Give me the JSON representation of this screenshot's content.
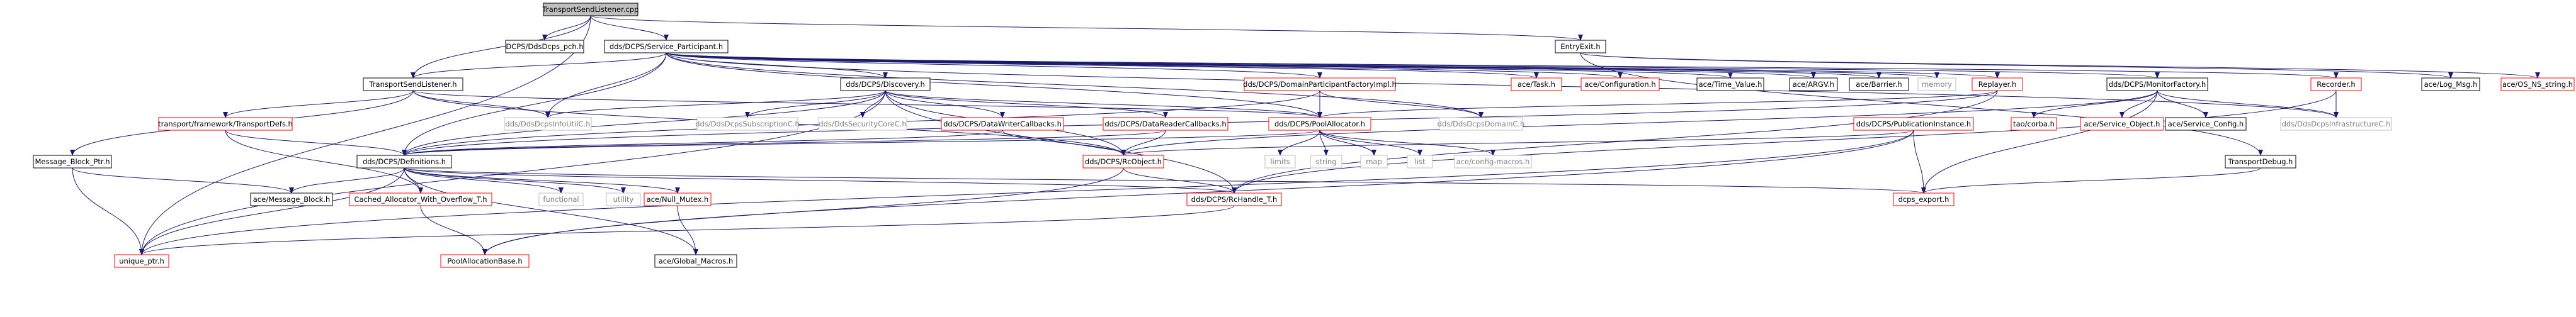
{
  "colors": {
    "edge": "#191970",
    "box_border_black": "#000000",
    "box_border_red": "#ff0000",
    "box_border_gray": "#bfbfbf",
    "root_fill": "#bfbfbf",
    "text_normal": "#000000",
    "text_gray": "#7f7f7f"
  },
  "nodes": [
    {
      "id": "root",
      "label": "TransportSendListener.cpp",
      "style": "root"
    },
    {
      "id": "pch",
      "label": "DCPS/DdsDcps_pch.h",
      "style": "black"
    },
    {
      "id": "sp",
      "label": "dds/DCPS/Service_Participant.h",
      "style": "black"
    },
    {
      "id": "entryexit",
      "label": "EntryExit.h",
      "style": "black"
    },
    {
      "id": "tsl",
      "label": "TransportSendListener.h",
      "style": "black"
    },
    {
      "id": "discovery",
      "label": "dds/DCPS/Discovery.h",
      "style": "black"
    },
    {
      "id": "dpfi",
      "label": "dds/DCPS/DomainParticipantFactoryImpl.h",
      "style": "red"
    },
    {
      "id": "task",
      "label": "ace/Task.h",
      "style": "red"
    },
    {
      "id": "config",
      "label": "ace/Configuration.h",
      "style": "red"
    },
    {
      "id": "timevalue",
      "label": "ace/Time_Value.h",
      "style": "black"
    },
    {
      "id": "argv",
      "label": "ace/ARGV.h",
      "style": "black"
    },
    {
      "id": "barrier",
      "label": "ace/Barrier.h",
      "style": "black"
    },
    {
      "id": "memory",
      "label": "memory",
      "style": "gray"
    },
    {
      "id": "replayer",
      "label": "Replayer.h",
      "style": "red"
    },
    {
      "id": "monitorfactory",
      "label": "dds/DCPS/MonitorFactory.h",
      "style": "black"
    },
    {
      "id": "recorder",
      "label": "Recorder.h",
      "style": "red"
    },
    {
      "id": "logmsg",
      "label": "ace/Log_Msg.h",
      "style": "black"
    },
    {
      "id": "osns",
      "label": "ace/OS_NS_string.h",
      "style": "red"
    },
    {
      "id": "transportdefs",
      "label": "transport/framework/TransportDefs.h",
      "style": "red"
    },
    {
      "id": "ddsdcpsinfoutilc",
      "label": "dds/DdsDcpsInfoUtilC.h",
      "style": "gray"
    },
    {
      "id": "subscriptionc",
      "label": "dds/DdsDcpsSubscriptionC.h",
      "style": "gray"
    },
    {
      "id": "securitycorec",
      "label": "dds/DdsSecurityCoreC.h",
      "style": "gray"
    },
    {
      "id": "dwcb",
      "label": "dds/DCPS/DataWriterCallbacks.h",
      "style": "red"
    },
    {
      "id": "drcb",
      "label": "dds/DCPS/DataReaderCallbacks.h",
      "style": "red"
    },
    {
      "id": "poolalloc",
      "label": "dds/DCPS/PoolAllocator.h",
      "style": "red"
    },
    {
      "id": "domainc",
      "label": "dds/DdsDcpsDomainC.h",
      "style": "gray"
    },
    {
      "id": "pubinst",
      "label": "dds/DCPS/PublicationInstance.h",
      "style": "red"
    },
    {
      "id": "taocorba",
      "label": "tao/corba.h",
      "style": "red"
    },
    {
      "id": "serviceobject",
      "label": "ace/Service_Object.h",
      "style": "red"
    },
    {
      "id": "serviceconfig",
      "label": "ace/Service_Config.h",
      "style": "black"
    },
    {
      "id": "infrac",
      "label": "dds/DdsDcpsInfrastructureC.h",
      "style": "gray"
    },
    {
      "id": "mbptr",
      "label": "Message_Block_Ptr.h",
      "style": "black"
    },
    {
      "id": "definitions",
      "label": "dds/DCPS/Definitions.h",
      "style": "black"
    },
    {
      "id": "rcobject",
      "label": "dds/DCPS/RcObject.h",
      "style": "red"
    },
    {
      "id": "limits",
      "label": "limits",
      "style": "gray"
    },
    {
      "id": "string",
      "label": "string",
      "style": "gray"
    },
    {
      "id": "map",
      "label": "map",
      "style": "gray"
    },
    {
      "id": "list",
      "label": "list",
      "style": "gray"
    },
    {
      "id": "configmacros",
      "label": "ace/config-macros.h",
      "style": "gray"
    },
    {
      "id": "transportdebug",
      "label": "TransportDebug.h",
      "style": "black"
    },
    {
      "id": "messageblock",
      "label": "ace/Message_Block.h",
      "style": "black"
    },
    {
      "id": "cached",
      "label": "Cached_Allocator_With_Overflow_T.h",
      "style": "red"
    },
    {
      "id": "functional",
      "label": "functional",
      "style": "gray"
    },
    {
      "id": "utility",
      "label": "utility",
      "style": "gray"
    },
    {
      "id": "nullmutex",
      "label": "ace/Null_Mutex.h",
      "style": "red"
    },
    {
      "id": "rchandle",
      "label": "dds/DCPS/RcHandle_T.h",
      "style": "red"
    },
    {
      "id": "dcpsexport",
      "label": "dcps_export.h",
      "style": "red"
    },
    {
      "id": "uniqueptr",
      "label": "unique_ptr.h",
      "style": "red"
    },
    {
      "id": "poolallocbase",
      "label": "PoolAllocationBase.h",
      "style": "red"
    },
    {
      "id": "globalmacros",
      "label": "ace/Global_Macros.h",
      "style": "black"
    }
  ],
  "edges": [
    [
      "root",
      "pch"
    ],
    [
      "root",
      "sp"
    ],
    [
      "root",
      "entryexit"
    ],
    [
      "root",
      "tsl"
    ],
    [
      "root",
      "uniqueptr"
    ],
    [
      "sp",
      "discovery"
    ],
    [
      "sp",
      "dpfi"
    ],
    [
      "sp",
      "task"
    ],
    [
      "sp",
      "config"
    ],
    [
      "sp",
      "timevalue"
    ],
    [
      "sp",
      "argv"
    ],
    [
      "sp",
      "barrier"
    ],
    [
      "sp",
      "memory"
    ],
    [
      "sp",
      "replayer"
    ],
    [
      "sp",
      "monitorfactory"
    ],
    [
      "sp",
      "recorder"
    ],
    [
      "sp",
      "poolalloc"
    ],
    [
      "sp",
      "domainc"
    ],
    [
      "sp",
      "infrac"
    ],
    [
      "sp",
      "definitions"
    ],
    [
      "sp",
      "tsl"
    ],
    [
      "sp",
      "ddsdcpsinfoutilc"
    ],
    [
      "entryexit",
      "logmsg"
    ],
    [
      "entryexit",
      "osns"
    ],
    [
      "entryexit",
      "transportdebug"
    ],
    [
      "tsl",
      "mbptr"
    ],
    [
      "tsl",
      "transportdefs"
    ],
    [
      "tsl",
      "ddsdcpsinfoutilc"
    ],
    [
      "tsl",
      "rcobject"
    ],
    [
      "tsl",
      "poolalloc"
    ],
    [
      "discovery",
      "ddsdcpsinfoutilc"
    ],
    [
      "discovery",
      "subscriptionc"
    ],
    [
      "discovery",
      "securitycorec"
    ],
    [
      "discovery",
      "dwcb"
    ],
    [
      "discovery",
      "drcb"
    ],
    [
      "discovery",
      "poolalloc"
    ],
    [
      "discovery",
      "rcobject"
    ],
    [
      "discovery",
      "definitions"
    ],
    [
      "discovery",
      "rchandle"
    ],
    [
      "discovery",
      "uniqueptr"
    ],
    [
      "dpfi",
      "poolalloc"
    ],
    [
      "dpfi",
      "domainc"
    ],
    [
      "dpfi",
      "definitions"
    ],
    [
      "replayer",
      "poolalloc"
    ],
    [
      "replayer",
      "rchandle"
    ],
    [
      "replayer",
      "definitions"
    ],
    [
      "monitorfactory",
      "taocorba"
    ],
    [
      "monitorfactory",
      "serviceobject"
    ],
    [
      "monitorfactory",
      "serviceconfig"
    ],
    [
      "monitorfactory",
      "infrac"
    ],
    [
      "monitorfactory",
      "dcpsexport"
    ],
    [
      "monitorfactory",
      "rcobject"
    ],
    [
      "recorder",
      "infrac"
    ],
    [
      "recorder",
      "rchandle"
    ],
    [
      "transportdefs",
      "definitions"
    ],
    [
      "transportdefs",
      "cached"
    ],
    [
      "dwcb",
      "rcobject"
    ],
    [
      "dwcb",
      "definitions"
    ],
    [
      "drcb",
      "rcobject"
    ],
    [
      "drcb",
      "definitions"
    ],
    [
      "poolalloc",
      "limits"
    ],
    [
      "poolalloc",
      "string"
    ],
    [
      "poolalloc",
      "map"
    ],
    [
      "poolalloc",
      "list"
    ],
    [
      "poolalloc",
      "configmacros"
    ],
    [
      "poolalloc",
      "definitions"
    ],
    [
      "pubinst",
      "rcobject"
    ],
    [
      "pubinst",
      "poolallocbase"
    ],
    [
      "pubinst",
      "dcpsexport"
    ],
    [
      "pubinst",
      "uniqueptr"
    ],
    [
      "mbptr",
      "messageblock"
    ],
    [
      "mbptr",
      "uniqueptr"
    ],
    [
      "definitions",
      "messageblock"
    ],
    [
      "definitions",
      "cached"
    ],
    [
      "definitions",
      "functional"
    ],
    [
      "definitions",
      "utility"
    ],
    [
      "definitions",
      "nullmutex"
    ],
    [
      "definitions",
      "rchandle"
    ],
    [
      "definitions",
      "dcpsexport"
    ],
    [
      "definitions",
      "uniqueptr"
    ],
    [
      "definitions",
      "globalmacros"
    ],
    [
      "rcobject",
      "rchandle"
    ],
    [
      "rcobject",
      "poolallocbase"
    ],
    [
      "rchandle",
      "uniqueptr"
    ],
    [
      "transportdebug",
      "dcpsexport"
    ],
    [
      "cached",
      "poolallocbase"
    ],
    [
      "nullmutex",
      "globalmacros"
    ]
  ]
}
